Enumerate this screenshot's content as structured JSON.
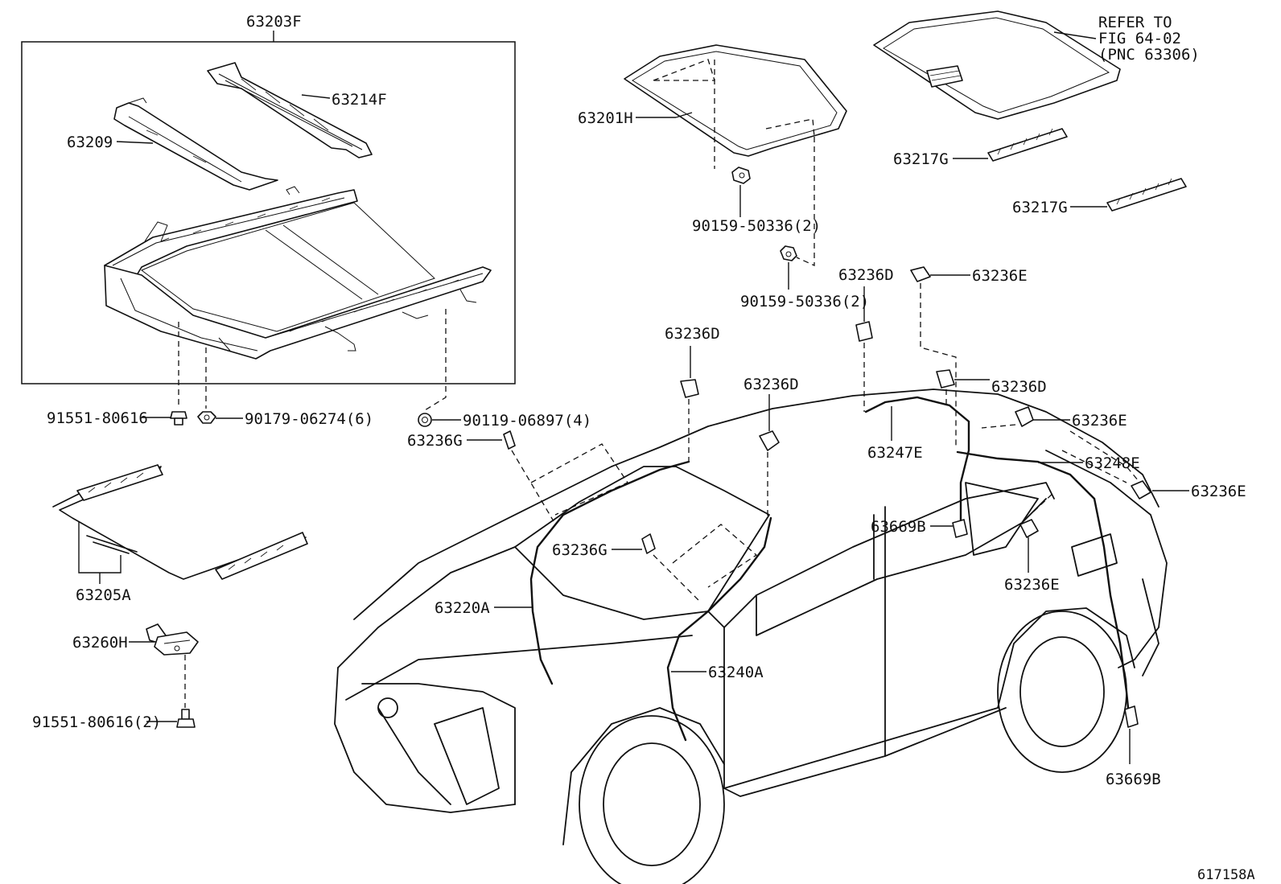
{
  "figure_id": "617158A",
  "reference_note": [
    "REFER TO",
    "FIG 64-02",
    "(PNC 63306)"
  ],
  "labels": {
    "p63203F": "63203F",
    "p63214F": "63214F",
    "p63209": "63209",
    "p91551_80616": "91551-80616",
    "p90179_06274": "90179-06274(6)",
    "p90119_06897": "90119-06897(4)",
    "p63236G_a": "63236G",
    "p63205A": "63205A",
    "p63260H": "63260H",
    "p91551_80616_2": "91551-80616(2)",
    "p63201H": "63201H",
    "p90159_50336_a": "90159-50336(2)",
    "p90159_50336_b": "90159-50336(2)",
    "p63217G_a": "63217G",
    "p63217G_b": "63217G",
    "p63236D_a": "63236D",
    "p63236E_a": "63236E",
    "p63236D_b": "63236D",
    "p63236D_c": "63236D",
    "p63236D_d": "63236D",
    "p63236E_b": "63236E",
    "p63247E": "63247E",
    "p63248E": "63248E",
    "p63236E_c": "63236E",
    "p63669B_a": "63669B",
    "p63236G_b": "63236G",
    "p63236E_d": "63236E",
    "p63220A": "63220A",
    "p63240A": "63240A",
    "p63669B_b": "63669B"
  },
  "icons": {
    "sunroof_housing": "sunroof-housing-icon",
    "glass_panel": "sunroof-glass-icon",
    "sunshade": "sunshade-icon",
    "vehicle": "suv-outline-icon"
  }
}
